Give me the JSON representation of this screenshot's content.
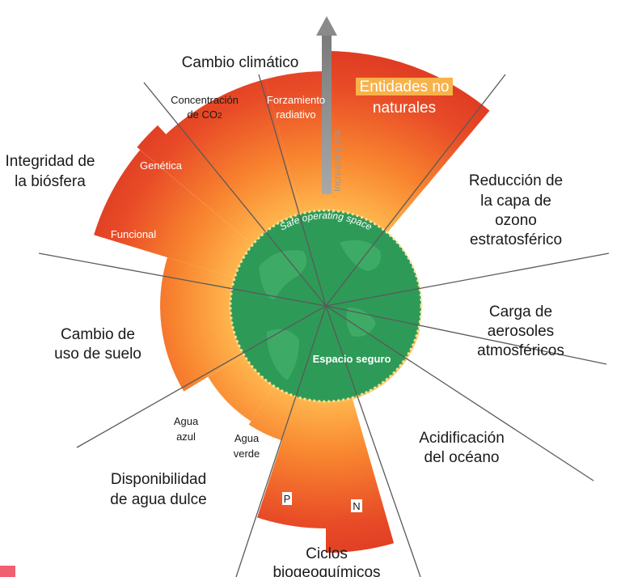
{
  "boundaries": {
    "climate": "Cambio climático",
    "novel": [
      "Entidades no",
      "naturales"
    ],
    "ozone": [
      "Reducción de",
      "la capa de",
      "ozono",
      "estratosférico"
    ],
    "aerosol": [
      "Carga de",
      "aerosoles",
      "atmosféricos"
    ],
    "acid": [
      "Acidificación",
      "del océano"
    ],
    "biogeo": [
      "Ciclos",
      "biogeoquímicos"
    ],
    "freshwater": [
      "Disponibilidad",
      "de agua dulce"
    ],
    "land": [
      "Cambio de",
      "uso de suelo"
    ],
    "biosphere": [
      "Integridad de",
      "la biósfera"
    ]
  },
  "sub_labels": {
    "co2": [
      "Concentración",
      "de CO",
      "2"
    ],
    "forcing": [
      "Forzamiento",
      "radiativo"
    ],
    "genetic": "Genética",
    "functional": "Funcional",
    "blue_water": [
      "Agua",
      "azul"
    ],
    "green_water": [
      "Agua",
      "verde"
    ],
    "p": "P",
    "n": "N"
  },
  "center": {
    "arc_text": "Safe operating space",
    "safe_label": "Espacio seguro"
  },
  "arrow_label": "Increasing risk",
  "colors": {
    "safe_green": "#2e9a57",
    "red": "#d93a26",
    "orange": "#f5802e",
    "light_orange": "#ffb356",
    "label_highlight": "#f8b24a",
    "unknown_grey": "#d6d6d6"
  }
}
